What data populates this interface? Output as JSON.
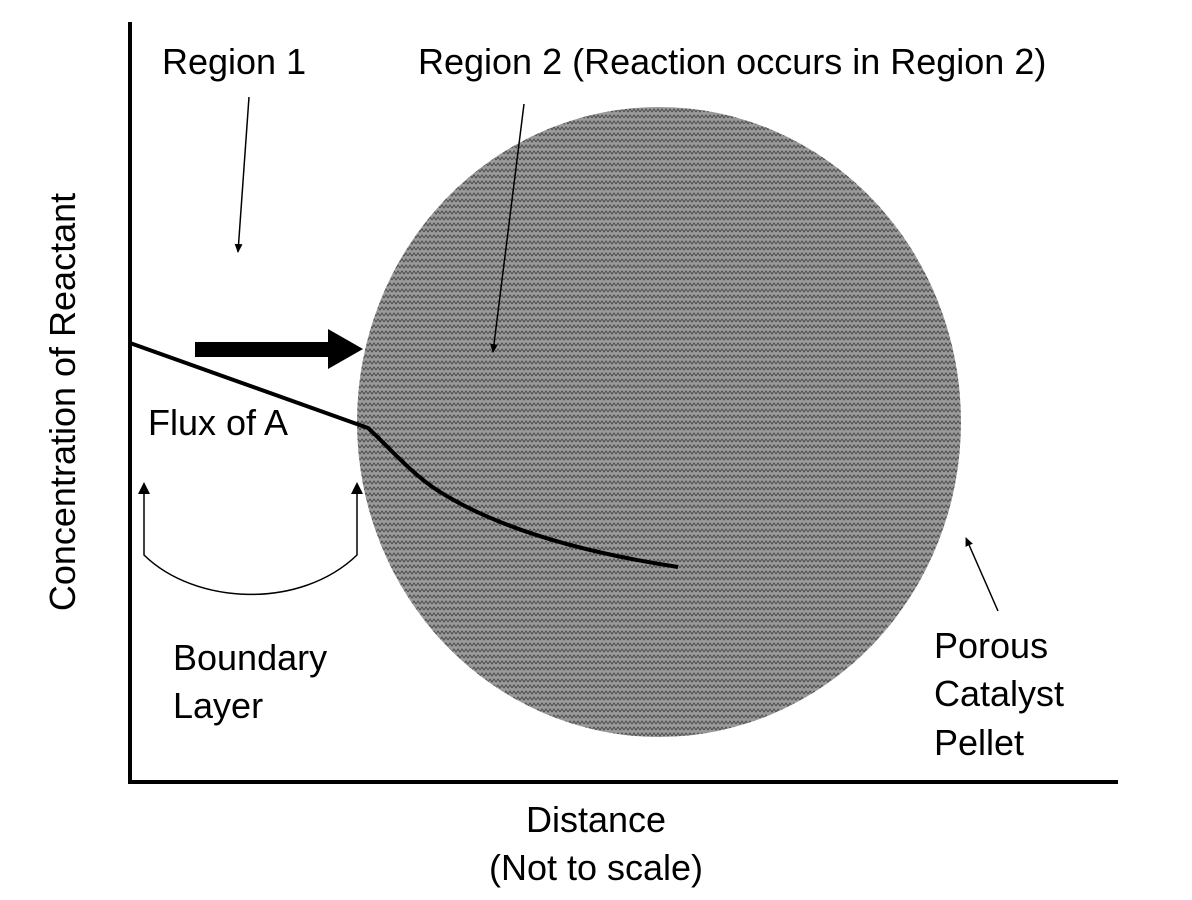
{
  "labels": {
    "region1": "Region 1",
    "region2": "Region 2 (Reaction occurs in Region 2)",
    "flux": "Flux of A",
    "boundary_line1": "Boundary",
    "boundary_line2": "Layer",
    "pellet_line1": "Porous",
    "pellet_line2": "Catalyst",
    "pellet_line3": "Pellet",
    "y_axis": "Concentration of Reactant",
    "x_axis_line1": "Distance",
    "x_axis_line2": "(Not to scale)"
  },
  "colors": {
    "ink": "#000000",
    "pellet_fill": "#9a9a9a",
    "pellet_pattern": "#4a4a4a",
    "background": "#ffffff"
  }
}
